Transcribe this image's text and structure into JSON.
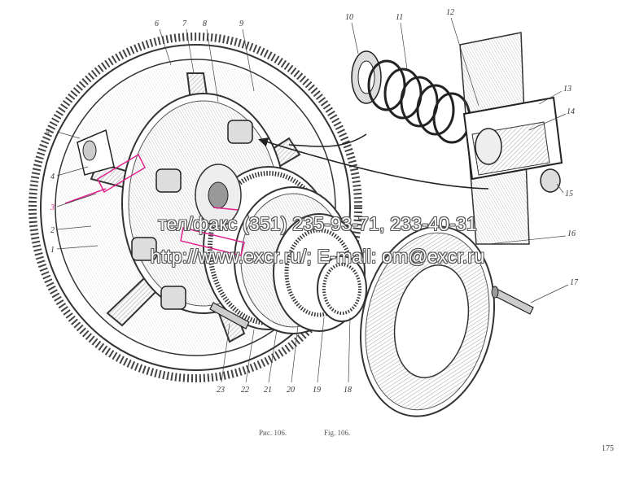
{
  "callouts": [
    "1",
    "2",
    "3",
    "4",
    "5",
    "6",
    "7",
    "8",
    "9",
    "10",
    "11",
    "12",
    "13",
    "14",
    "15",
    "16",
    "17",
    "18",
    "19",
    "20",
    "21",
    "22",
    "23"
  ],
  "watermark": {
    "line1": "тел/факс (351) 235-93-71, 233-40-31",
    "line2": "http://www.excr.ru/; E-mail: om@excr.ru"
  },
  "caption": {
    "ru": "Рис. 106.",
    "en": "Fig. 106."
  },
  "page_number": "175",
  "colors": {
    "ink": "#333333",
    "highlight": "#e0208c",
    "background": "#ffffff"
  }
}
